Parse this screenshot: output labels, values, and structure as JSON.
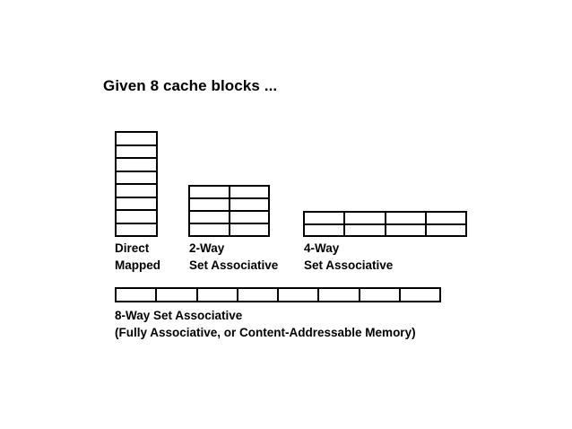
{
  "slide": {
    "title": "Given 8 cache blocks ...",
    "background_color": "#ffffff",
    "ink_color": "#000000"
  },
  "diagrams": [
    {
      "id": "direct-mapped",
      "rows": 8,
      "cols": 1,
      "total_blocks": 8,
      "caption_line1": "Direct",
      "caption_line2": "Mapped"
    },
    {
      "id": "two-way-set-associative",
      "rows": 4,
      "cols": 2,
      "total_blocks": 8,
      "caption_line1": "2-Way",
      "caption_line2": "Set Associative"
    },
    {
      "id": "four-way-set-associative",
      "rows": 2,
      "cols": 4,
      "total_blocks": 8,
      "caption_line1": "4-Way",
      "caption_line2": "Set Associative"
    },
    {
      "id": "eight-way-set-associative",
      "rows": 1,
      "cols": 8,
      "total_blocks": 8,
      "caption_line1": "8-Way Set Associative",
      "caption_line2": "(Fully Associative, or Content-Addressable Memory)"
    }
  ]
}
